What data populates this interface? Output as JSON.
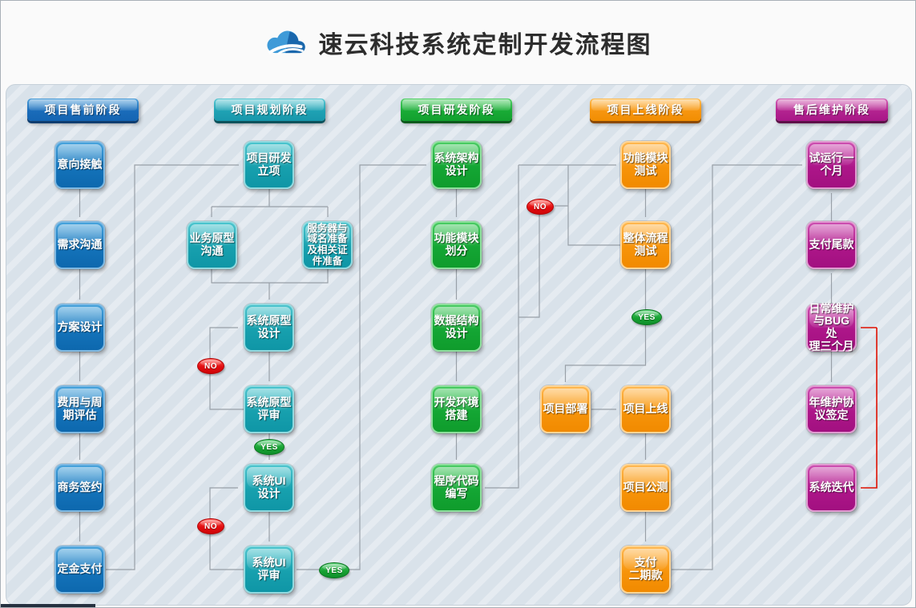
{
  "header": {
    "title": "速云科技系统定制开发流程图"
  },
  "stages": [
    {
      "label": "项目售前阶段",
      "color": "#1973c2"
    },
    {
      "label": "项目规划阶段",
      "color": "#23a9bd"
    },
    {
      "label": "项目研发阶段",
      "color": "#22b544"
    },
    {
      "label": "项目上线阶段",
      "color": "#f79a1b"
    },
    {
      "label": "售后维护阶段",
      "color": "#bd2f98"
    }
  ],
  "nodes": {
    "presale": [
      "意向接触",
      "需求沟通",
      "方案设计",
      "费用与周\n期评估",
      "商务签约",
      "定金支付"
    ],
    "planning": [
      "项目研发\n立项",
      "业务原型\n沟通",
      "服务器与\n域名准备\n及相关证\n件准备",
      "系统原型\n设计",
      "系统原型\n评审",
      "系统UI\n设计",
      "系统UI\n评审"
    ],
    "development": [
      "系统架构\n设计",
      "功能模块\n划分",
      "数据结构\n设计",
      "开发环境\n搭建",
      "程序代码\n编写"
    ],
    "launch": [
      "功能模块\n测试",
      "整体流程\n测试",
      "项目部署",
      "项目上线",
      "项目公测",
      "支付\n二期款"
    ],
    "maintenance": [
      "试运行一\n个月",
      "支付尾款",
      "日常维护\n与BUG处\n理三个月",
      "年维护协\n议签定",
      "系统迭代"
    ]
  },
  "badges": {
    "yes": "YES",
    "no": "NO"
  },
  "connector_colors": {
    "normal": "#99a0a8",
    "iteration_loop": "#e01000"
  }
}
